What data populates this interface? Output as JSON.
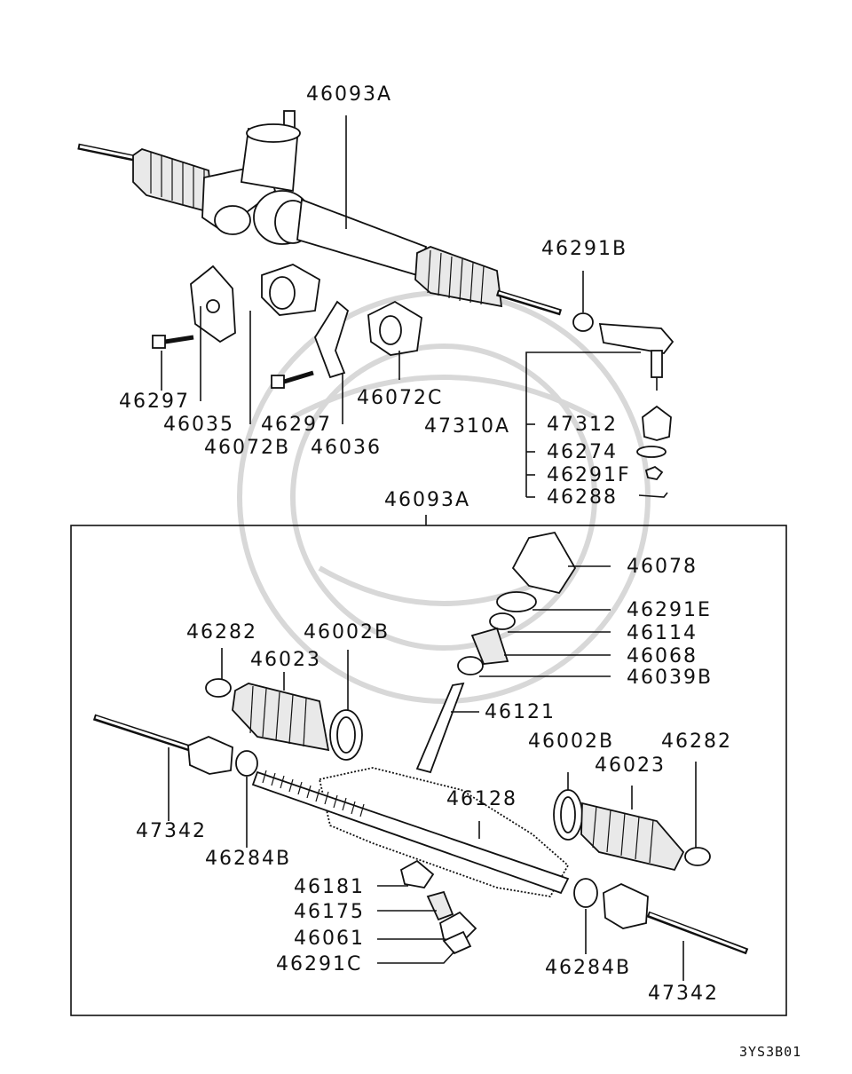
{
  "diagram": {
    "code": "3YS3B01",
    "upper_group": {
      "assembly": "46093A",
      "tie_rod_end": "46291B",
      "tie_rod_end_kit": "47310A",
      "kit_parts": [
        "47312",
        "46274",
        "46291F",
        "46288"
      ],
      "brackets": [
        "46297",
        "46035",
        "46072B",
        "46297",
        "46036",
        "46072C"
      ]
    },
    "detail_box": {
      "assembly": "46093A",
      "pinion_parts": [
        "46078",
        "46291E",
        "46114",
        "46068",
        "46039B",
        "46121"
      ],
      "left_boot": [
        "46282",
        "46002B",
        "46023"
      ],
      "right_boot": [
        "46002B",
        "46023",
        "46282"
      ],
      "rack": "46128",
      "left_tie_rod": [
        "47342",
        "46284B"
      ],
      "right_tie_rod": [
        "46284B",
        "47342"
      ],
      "yoke_parts": [
        "46181",
        "46175",
        "46061",
        "46291C"
      ]
    }
  }
}
